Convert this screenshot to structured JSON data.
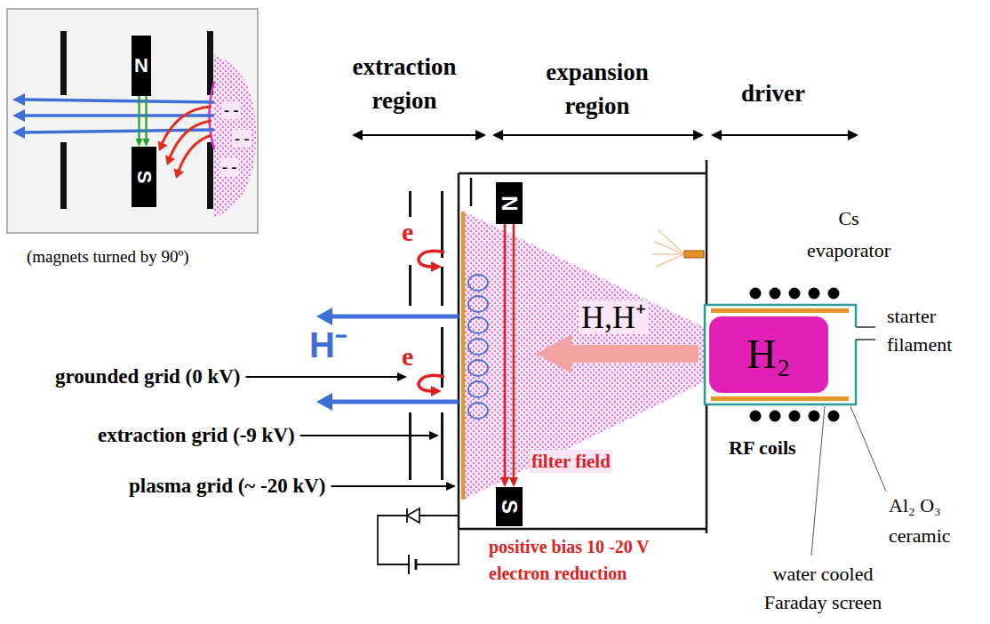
{
  "diagram": {
    "nodes": [
      {
        "text": [
          "(magnets turned by 90º)"
        ]
      },
      {
        "text": [
          "N"
        ],
        "in": 0
      },
      {
        "text": [
          "S"
        ],
        "in": 0
      },
      {
        "text": [
          "N"
        ]
      },
      {
        "text": [
          "S"
        ]
      },
      {
        "text": [
          "H₂"
        ]
      }
    ],
    "edges": [
      {
        "from": 1,
        "to": 2,
        "arrow": "to"
      },
      {
        "from": 3,
        "to": 4,
        "arrow": "to",
        "label": "filter field"
      }
    ],
    "labels": [
      "extraction region",
      "expansion region",
      "driver",
      "- -",
      "- -",
      "- -",
      "e",
      "e",
      "H⁻",
      "H,H⁺",
      "Cs evaporator",
      "starter filament",
      "grounded grid (0 kV)",
      "extraction grid (-9 kV)",
      "plasma grid (~ -20 kV)",
      "RF coils",
      "Al₂ O₃ ceramic",
      "water cooled Faraday screen",
      "positive bias 10 -20 V electron reduction"
    ]
  }
}
